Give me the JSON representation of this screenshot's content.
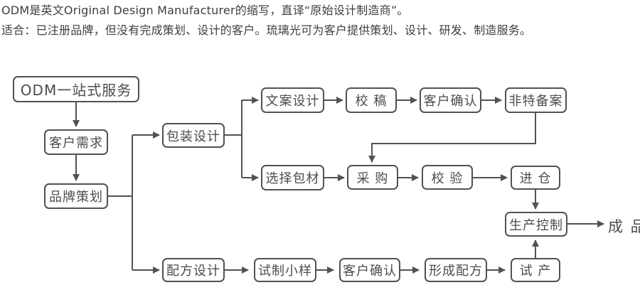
{
  "header": {
    "line1": "ODM是英文Original Design Manufacturer的缩写，直译“原始设计制造商”。",
    "line2": "适合：已注册品牌，但没有完成策划、设计的客户。琉璃光可为客户提供策划、设计、研发、制造服务。"
  },
  "flowchart": {
    "colors": {
      "line": "#515256",
      "box_border": "#515256",
      "text": "#4b4c4f"
    },
    "nodes": {
      "odm": {
        "label": "ODM一站式服务"
      },
      "customer_need": {
        "label": "客户需求"
      },
      "brand_planning": {
        "label": "品牌策划"
      },
      "package_design": {
        "label": "包装设计"
      },
      "copy_design": {
        "label": "文案设计"
      },
      "proofread": {
        "label": "校 稿"
      },
      "client_confirm_top": {
        "label": "客户确认"
      },
      "feite_filing": {
        "label": "非特备案"
      },
      "select_material": {
        "label": "选择包材"
      },
      "purchase": {
        "label": "采 购"
      },
      "inspection": {
        "label": "校 验"
      },
      "warehouse_in": {
        "label": "进 仓"
      },
      "production_control": {
        "label": "生产控制"
      },
      "formula_design": {
        "label": "配方设计"
      },
      "trial_sample": {
        "label": "试制小样"
      },
      "client_confirm_bottom": {
        "label": "客户确认"
      },
      "formula_form": {
        "label": "形成配方"
      },
      "trial_production": {
        "label": "试 产"
      },
      "finished_product": {
        "label": "成 品"
      }
    }
  }
}
